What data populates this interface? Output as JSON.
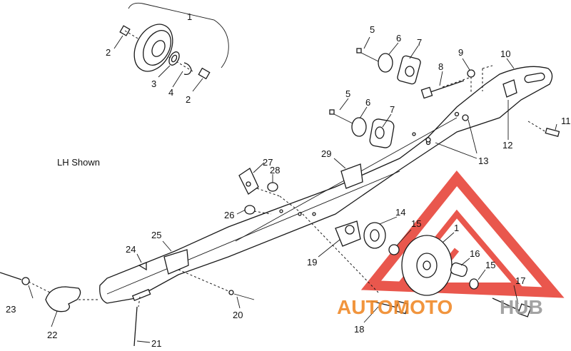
{
  "diagram": {
    "view_label": "LH Shown",
    "callouts": {
      "c1a": "1",
      "c1b": "1",
      "c2a": "2",
      "c2b": "2",
      "c3": "3",
      "c4": "4",
      "c5a": "5",
      "c5b": "5",
      "c6a": "6",
      "c6b": "6",
      "c7a": "7",
      "c7b": "7",
      "c8": "8",
      "c9": "9",
      "c10": "10",
      "c11": "11",
      "c12": "12",
      "c13": "13",
      "c14": "14",
      "c15a": "15",
      "c15b": "15",
      "c16": "16",
      "c17": "17",
      "c18": "18",
      "c19": "19",
      "c20": "20",
      "c21": "21",
      "c22": "22",
      "c23": "23",
      "c24": "24",
      "c25": "25",
      "c26": "26",
      "c27": "27",
      "c28": "28",
      "c29": "29"
    }
  },
  "watermark": {
    "text_a": "AUTOMOTO",
    "text_b": "HUB",
    "color_red": "#e63a2e",
    "color_orange": "#f08a2a",
    "color_gray": "#9a9a9a"
  }
}
